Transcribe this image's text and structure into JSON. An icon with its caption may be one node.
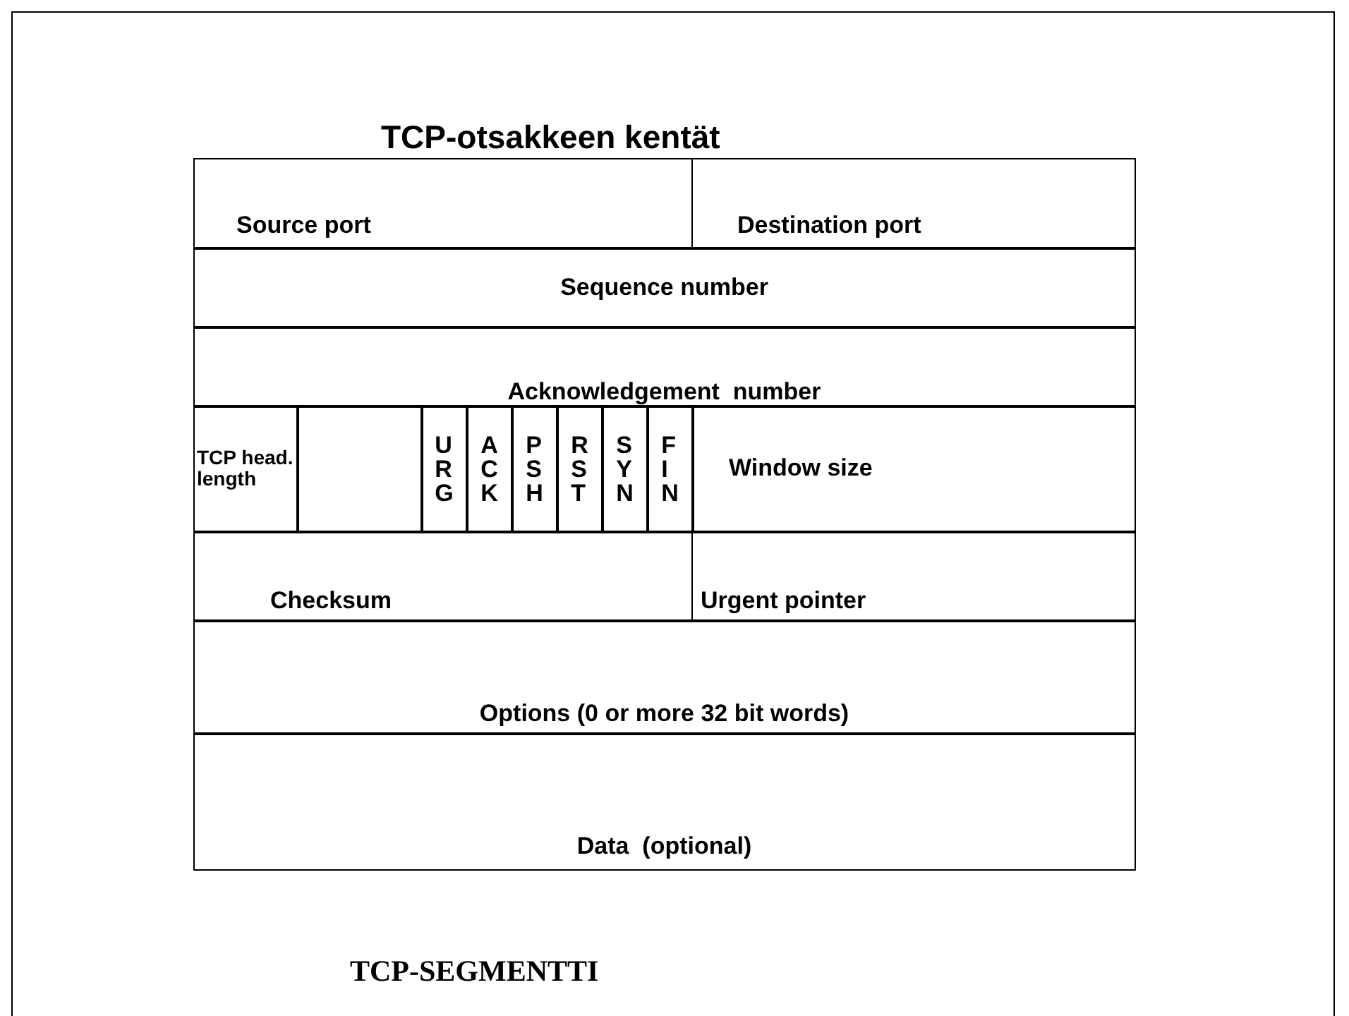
{
  "diagram": {
    "title": "TCP-otsakkeen kentät",
    "caption": "TCP-SEGMENTTI",
    "nodes": [
      {
        "text": [
          "Source port"
        ]
      },
      {
        "text": [
          "Destination port"
        ]
      },
      {
        "text": [
          "Sequence number"
        ]
      },
      {
        "text": [
          "Acknowledgement  number"
        ]
      },
      {
        "text": [
          "TCP head. length"
        ]
      },
      {
        "text": [],
        "shape": "box"
      },
      {
        "text": [
          "URG"
        ]
      },
      {
        "text": [
          "ACK"
        ]
      },
      {
        "text": [
          "PSH"
        ]
      },
      {
        "text": [
          "RST"
        ]
      },
      {
        "text": [
          "SYN"
        ]
      },
      {
        "text": [
          "FIN"
        ]
      },
      {
        "text": [
          "Window size"
        ]
      },
      {
        "text": [
          "Checksum"
        ]
      },
      {
        "text": [
          "Urgent pointer"
        ]
      },
      {
        "text": [
          "Options (0 or more 32 bit words)"
        ]
      },
      {
        "text": [
          "Data  (optional)"
        ]
      }
    ]
  }
}
